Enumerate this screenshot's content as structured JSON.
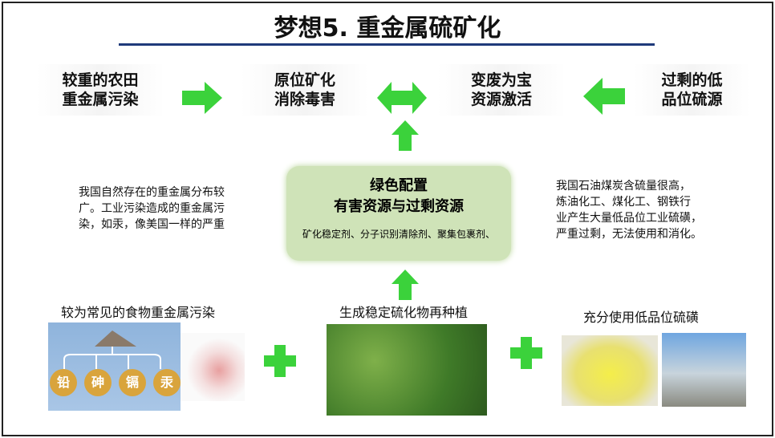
{
  "title": "梦想5. 重金属硫矿化",
  "top_boxes": [
    {
      "line1": "较重的农田",
      "line2": "重金属污染"
    },
    {
      "line1": "原位矿化",
      "line2": "消除毒害"
    },
    {
      "line1": "变废为宝",
      "line2": "资源激活"
    },
    {
      "line1": "过剩的低",
      "line2": "品位硫源"
    }
  ],
  "left_text": [
    "我国自然存在的重金属分布较",
    "广。工业污染造成的重金属污",
    "染，如汞，像美国一样的严重"
  ],
  "right_text": [
    "我国石油煤炭含硫量很高，",
    "炼油化工、煤化工、钢铁行",
    "业产生大量低品位工业硫磺，",
    "严重过剩，无法使用和消化。"
  ],
  "center": {
    "line1": "绿色配置",
    "line2": "有害资源与过剩资源",
    "sub": "矿化稳定剂、分子识别清除剂、聚集包裹剂、"
  },
  "bottom_labels": {
    "left": "较为常见的食物重金属污染",
    "middle": "生成稳定硫化物再种植",
    "right": "充分使用低品位硫磺"
  },
  "metals": [
    "铅",
    "砷",
    "镉",
    "汞"
  ],
  "colors": {
    "arrow": "#3bd23b",
    "center_bg": "#cfe3b8",
    "rule": "#1f3a7a"
  }
}
